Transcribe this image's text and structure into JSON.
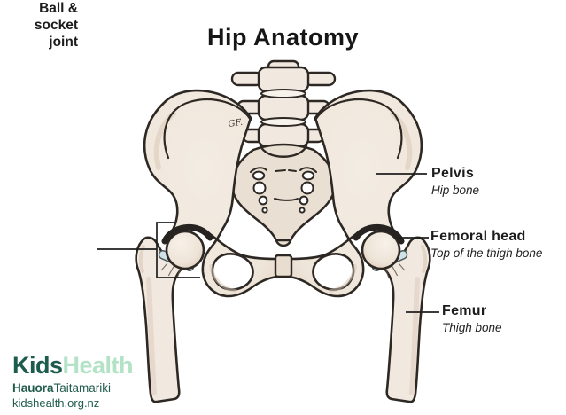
{
  "title": "Hip Anatomy",
  "labels": {
    "pelvis": {
      "name": "Pelvis",
      "sub": "Hip bone"
    },
    "femoral_head": {
      "name": "Femoral head",
      "sub": "Top of the thigh bone"
    },
    "femur": {
      "name": "Femur",
      "sub": "Thigh bone"
    },
    "ball_socket": {
      "name": "Ball &\nsocket\njoint"
    }
  },
  "signature": "GF.",
  "logo": {
    "kids": "Kids",
    "health": "Health",
    "hauora": "Hauora",
    "taitamariki": "Taitamariki",
    "url": "kidshealth.org.nz"
  },
  "colors": {
    "background": "#ffffff",
    "bone_fill": "#f1e9df",
    "sacrum_fill": "#eadfd3",
    "outline": "#2d2823",
    "growth_plate_blue": "#cfe2e7",
    "label_text": "#1c1c1c",
    "logo_dark_green": "#1d5c4c",
    "logo_light_green": "#b4e2c6"
  }
}
